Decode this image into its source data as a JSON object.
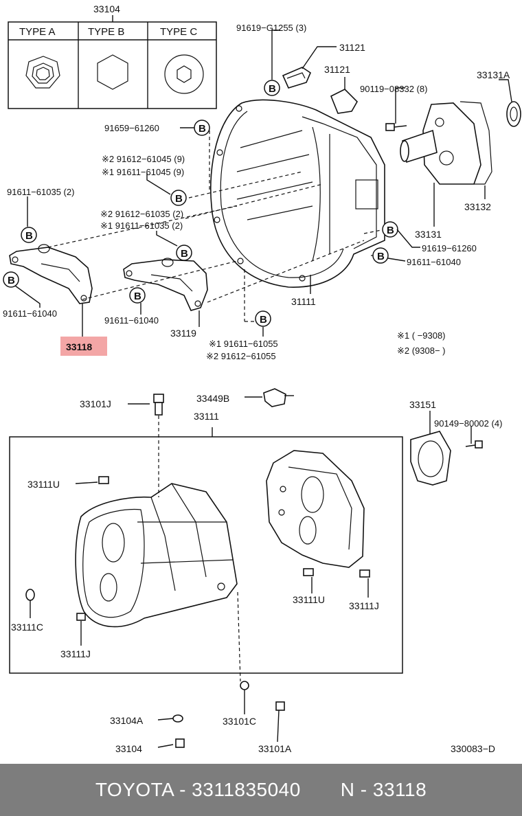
{
  "type_table": {
    "ref": "33104",
    "types": [
      "TYPE A",
      "TYPE B",
      "TYPE C"
    ]
  },
  "upper_labels": {
    "l_91619_G1255": "91619−G1255 (3)",
    "l_31121_a": "31121",
    "l_31121_b": "31121",
    "l_90119": "90119−08332 (8)",
    "l_33131A": "33131A",
    "l_91659": "91659−61260",
    "l_x2_91612_9": "※2 91612−61045 (9)",
    "l_x1_91611_9": "※1 91611−61045 (9)",
    "l_91611_61035_2": "91611−61035 (2)",
    "l_x2_91612_2": "※2 91612−61035 (2)",
    "l_x1_91611_2": "※1 91611−61035 (2)",
    "l_33132": "33132",
    "l_33131": "33131",
    "l_91619_61260": "91619−61260",
    "l_91611_61040_r": "91611−61040",
    "l_31111": "31111",
    "l_91611_61040_l": "91611−61040",
    "l_91611_61040_m": "91611−61040",
    "l_33119": "33119",
    "l_33118": "33118",
    "l_x1_91611_61055": "※1 91611−61055",
    "l_x2_91612_61055": "※2 91612−61055",
    "note1": "※1 (        −9308)",
    "note2": "※2 (9308−        )"
  },
  "bolt_marker": "B",
  "lower_labels": {
    "l_33101J": "33101J",
    "l_33449B": "33449B",
    "l_33111": "33111",
    "l_33151": "33151",
    "l_90149": "90149−80002 (4)",
    "l_33111U_a": "33111U",
    "l_33111U_b": "33111U",
    "l_33111J_a": "33111J",
    "l_33111C": "33111C",
    "l_33111J_b": "33111J",
    "l_33104A": "33104A",
    "l_33101C": "33101C",
    "l_33104": "33104",
    "l_33101A": "33101A",
    "l_diagram_id": "330083−D"
  },
  "footer": {
    "text": "TOYOTA - 3311835040       N - 33118"
  },
  "colors": {
    "highlight": "#f3a6a6",
    "footer_bg": "#7d7d7d"
  }
}
